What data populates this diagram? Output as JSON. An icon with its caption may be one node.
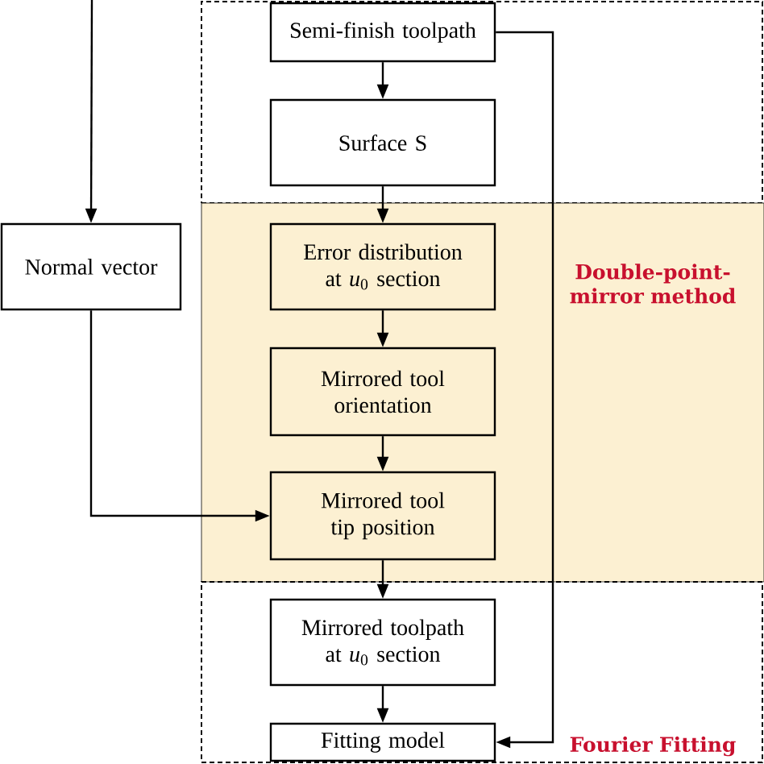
{
  "diagram": {
    "nodes": [
      {
        "text": [],
        "shape": "box"
      },
      {
        "text": [
          "Semi-finish toolpath"
        ],
        "in": 0
      },
      {
        "text": [
          "Surface S"
        ],
        "in": 0
      },
      {
        "text": [
          "Normal vector"
        ]
      },
      {
        "text": [
          "Double-point-mirror method"
        ]
      },
      {
        "text": [
          "Error distribution at *u*$_{0}$ section"
        ],
        "in": 4
      },
      {
        "text": [
          "Mirrored tool orientation"
        ],
        "in": 4
      },
      {
        "text": [
          "Mirrored tool tip position"
        ],
        "in": 4
      },
      {
        "text": [
          "Fourier Fitting"
        ]
      },
      {
        "text": [
          "Mirrored toolpath at *u*$_{0}$ section"
        ],
        "in": 8
      },
      {
        "text": [
          "Fitting model"
        ],
        "in": 8
      }
    ],
    "edges": [
      {
        "from": null,
        "to": 3,
        "arrow": "to"
      },
      {
        "from": 1,
        "to": 2,
        "arrow": "to"
      },
      {
        "from": 2,
        "to": 5,
        "arrow": "to"
      },
      {
        "from": 5,
        "to": 6,
        "arrow": "to"
      },
      {
        "from": 6,
        "to": 7,
        "arrow": "to"
      },
      {
        "from": 3,
        "to": 7,
        "arrow": "to"
      },
      {
        "from": 7,
        "to": 9,
        "arrow": "to"
      },
      {
        "from": 9,
        "to": 10,
        "arrow": "to"
      },
      {
        "from": 1,
        "to": 10,
        "arrow": "to"
      }
    ]
  }
}
